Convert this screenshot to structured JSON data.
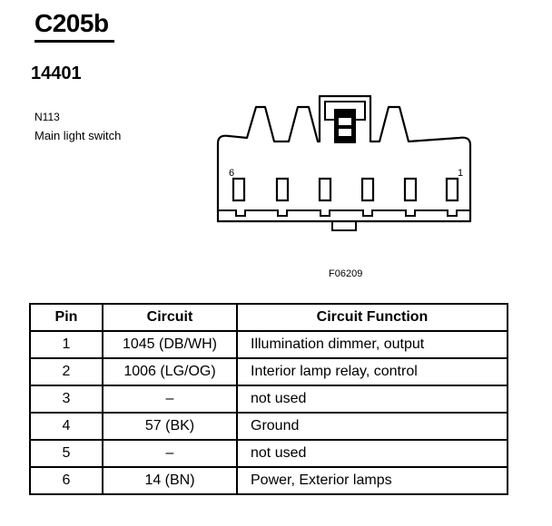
{
  "header": {
    "connector_id": "C205b",
    "part_number": "14401",
    "component_code": "N113",
    "component_name": "Main light switch"
  },
  "diagram": {
    "pin_label_left": "6",
    "pin_label_right": "1",
    "figure_id": "F06209"
  },
  "table": {
    "columns": [
      "Pin",
      "Circuit",
      "Circuit Function"
    ],
    "rows": [
      {
        "pin": "1",
        "circuit": "1045 (DB/WH)",
        "function": "Illumination dimmer, output"
      },
      {
        "pin": "2",
        "circuit": "1006 (LG/OG)",
        "function": "Interior lamp relay, control"
      },
      {
        "pin": "3",
        "circuit": "–",
        "function": "not used"
      },
      {
        "pin": "4",
        "circuit": "57 (BK)",
        "function": "Ground"
      },
      {
        "pin": "5",
        "circuit": "–",
        "function": "not used"
      },
      {
        "pin": "6",
        "circuit": "14 (BN)",
        "function": "Power, Exterior lamps"
      }
    ]
  }
}
